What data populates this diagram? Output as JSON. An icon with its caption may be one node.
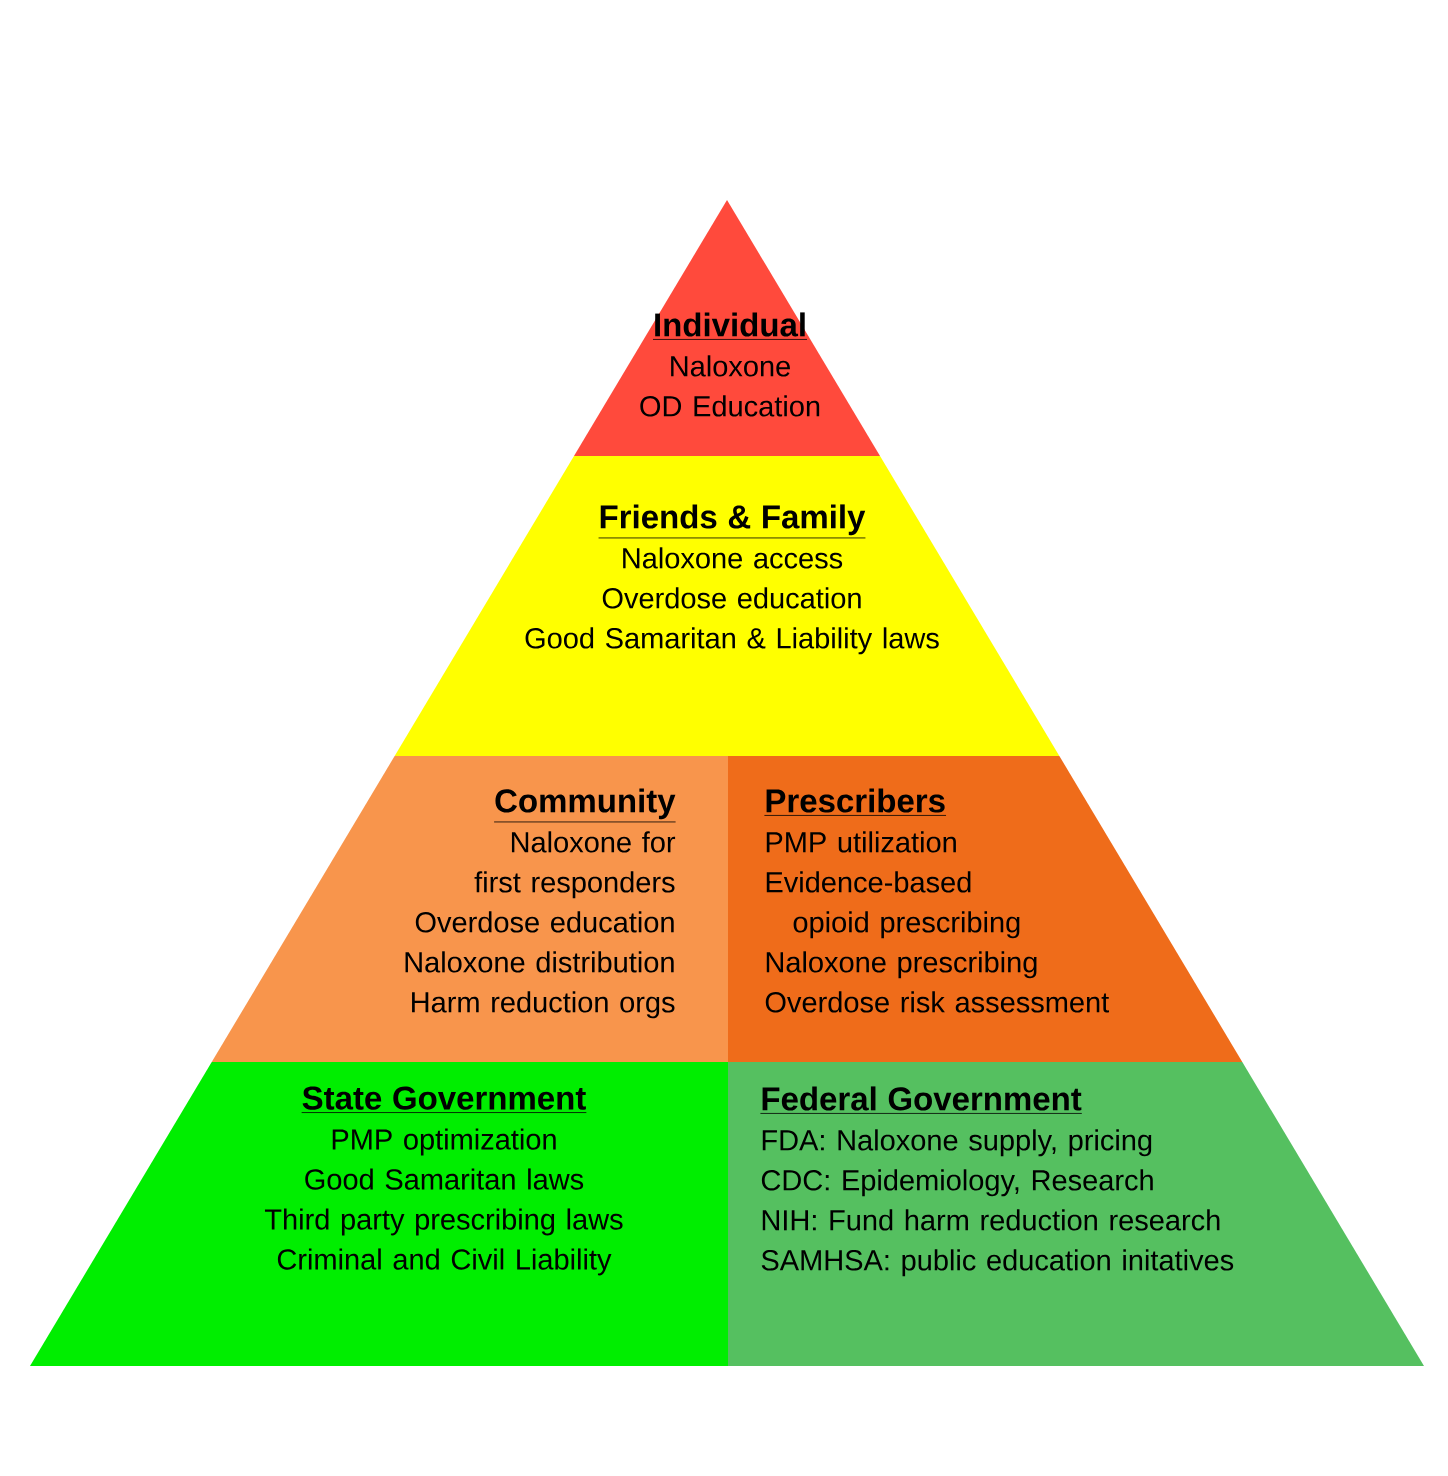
{
  "diagram": {
    "nodes": [
      {
        "text": [
          "Individual",
          "Naloxone",
          "OD Education"
        ]
      },
      {
        "text": [
          "Friends & Family",
          "Naloxone access",
          "Overdose education",
          "Good Samaritan & Liability laws"
        ]
      },
      {
        "text": [
          "Community",
          "Naloxone for first responders",
          "Overdose education",
          "Naloxone distribution",
          "Harm reduction orgs"
        ]
      },
      {
        "text": [
          "Prescribers",
          "PMP utilization",
          "Evidence-based opioid prescribing",
          "Naloxone prescribing",
          "Overdose risk assessment"
        ]
      },
      {
        "text": [
          "State Government",
          "PMP optimization",
          "Good Samaritan laws",
          "Third party prescribing laws",
          "Criminal and Civil Liability"
        ]
      },
      {
        "text": [
          "Federal Government",
          "FDA: Naloxone supply, pricing",
          "CDC: Epidemiology, Research",
          "NIH: Fund harm reduction research",
          "SAMHSA: public education initatives"
        ]
      }
    ]
  }
}
